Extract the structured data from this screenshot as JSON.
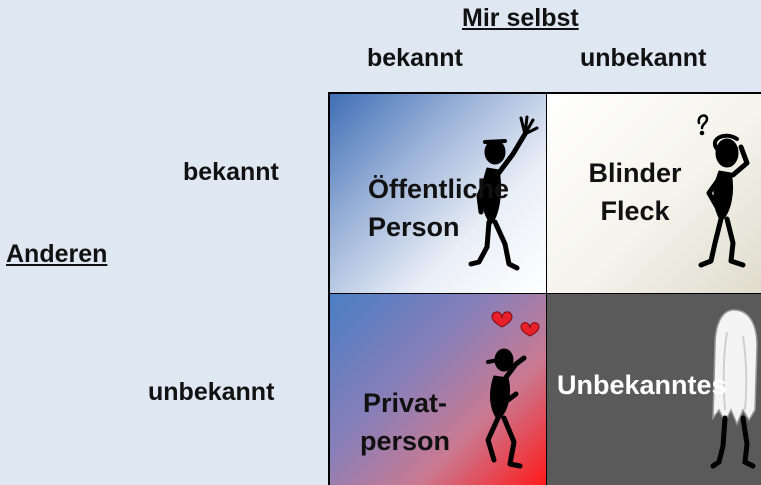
{
  "header": {
    "self_title": "Mir selbst",
    "col_known": "bekannt",
    "col_unknown": "unbekannt"
  },
  "side": {
    "others_title": "Anderen",
    "row_known": "bekannt",
    "row_unknown": "unbekannt"
  },
  "quadrants": {
    "public": {
      "line1": "Öffentliche",
      "line2": "Person"
    },
    "blind": {
      "line1": "Blinder",
      "line2": "Fleck"
    },
    "private": {
      "line1": "Privat-",
      "line2": "person"
    },
    "unknown": {
      "label": "Unbekanntes"
    }
  },
  "colors": {
    "background": "#dfe7f2",
    "public_gradient": [
      "#3f6fb6",
      "#ffffff"
    ],
    "blind_gradient": [
      "#ffffff",
      "#dfdccc"
    ],
    "private_gradient": [
      "#4a7ec4",
      "#ff1a1a"
    ],
    "unknown_fill": "#5a5a5a",
    "heart": "#e8202a"
  },
  "icons": [
    "waving-person-icon",
    "confused-person-icon",
    "person-with-hearts-icon",
    "ghost-icon"
  ]
}
